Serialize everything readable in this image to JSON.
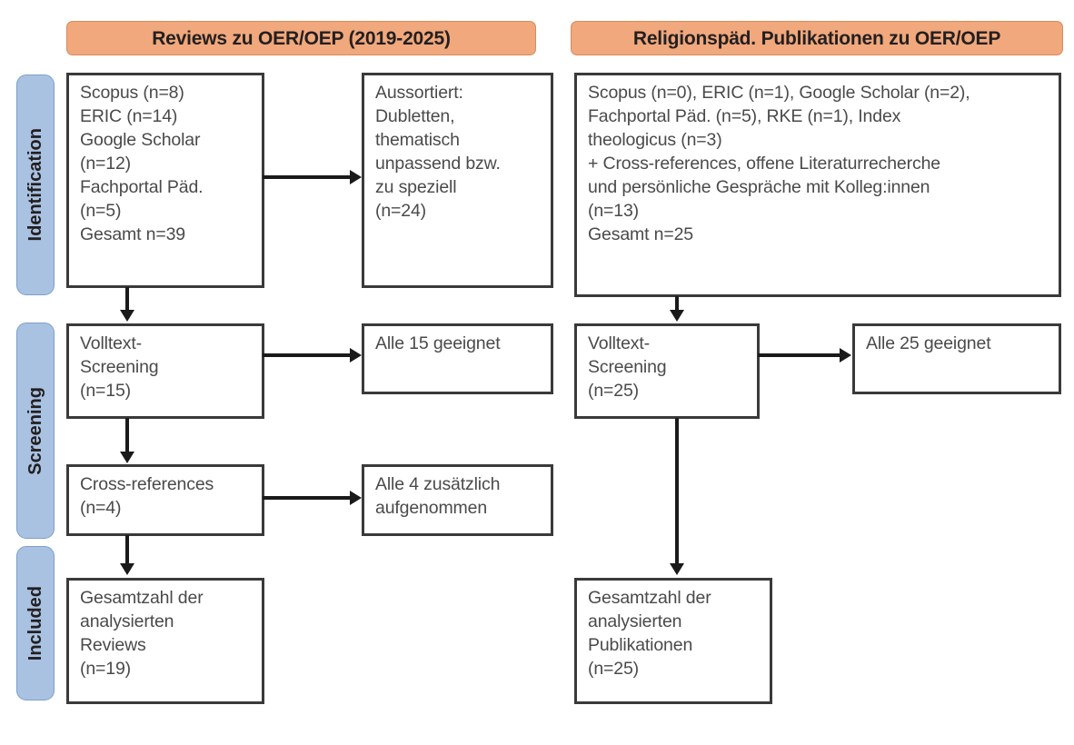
{
  "diagram": {
    "type": "prisma-flow-diagram",
    "columns": [
      {
        "id": "reviews",
        "header": "Reviews zu OER/OEP (2019-2025)"
      },
      {
        "id": "religionspaed",
        "header": "Religionspäd. Publikationen zu OER/OEP"
      }
    ],
    "phases": [
      {
        "id": "identification",
        "label": "Identification"
      },
      {
        "id": "screening",
        "label": "Screening"
      },
      {
        "id": "included",
        "label": "Included"
      }
    ],
    "boxes": {
      "left_identification_sources": {
        "lines": [
          "Scopus (n=8)",
          "ERIC (n=14)",
          "Google Scholar",
          "(n=12)",
          "Fachportal Päd.",
          "(n=5)",
          "Gesamt n=39"
        ]
      },
      "left_excluded": {
        "lines": [
          "Aussortiert:",
          "Dubletten,",
          "thematisch",
          "unpassend bzw.",
          "zu speziell",
          "(n=24)"
        ]
      },
      "left_fulltext_screening": {
        "lines": [
          "Volltext-",
          "Screening",
          "(n=15)"
        ]
      },
      "left_all_eligible": {
        "lines": [
          "Alle 15 geeignet"
        ]
      },
      "left_cross_references": {
        "lines": [
          "Cross-references",
          "(n=4)"
        ]
      },
      "left_all_added": {
        "lines": [
          "Alle 4 zusätzlich",
          "aufgenommen"
        ]
      },
      "left_included_total": {
        "lines": [
          "Gesamtzahl der",
          "analysierten",
          "Reviews",
          "(n=19)"
        ]
      },
      "right_identification_sources": {
        "lines": [
          "Scopus (n=0), ERIC (n=1), Google Scholar (n=2),",
          "Fachportal Päd. (n=5), RKE (n=1), Index",
          "theologicus (n=3)",
          "+ Cross-references, offene Literaturrecherche",
          "und persönliche Gespräche mit Kolleg:innen",
          "(n=13)",
          "Gesamt n=25"
        ]
      },
      "right_fulltext_screening": {
        "lines": [
          "Volltext-",
          "Screening",
          "(n=25)"
        ]
      },
      "right_all_eligible": {
        "lines": [
          "Alle 25 geeignet"
        ]
      },
      "right_included_total": {
        "lines": [
          "Gesamtzahl der",
          "analysierten",
          "Publikationen",
          "(n=25)"
        ]
      }
    },
    "colors": {
      "header_fill": "#F0A87C",
      "header_border": "#D98B5C",
      "phase_fill": "#A9C2E2",
      "phase_border": "#7D9FCB",
      "box_border": "#3A3A3A",
      "connector": "#1A1A1A",
      "text": "#4A4A4A"
    }
  }
}
